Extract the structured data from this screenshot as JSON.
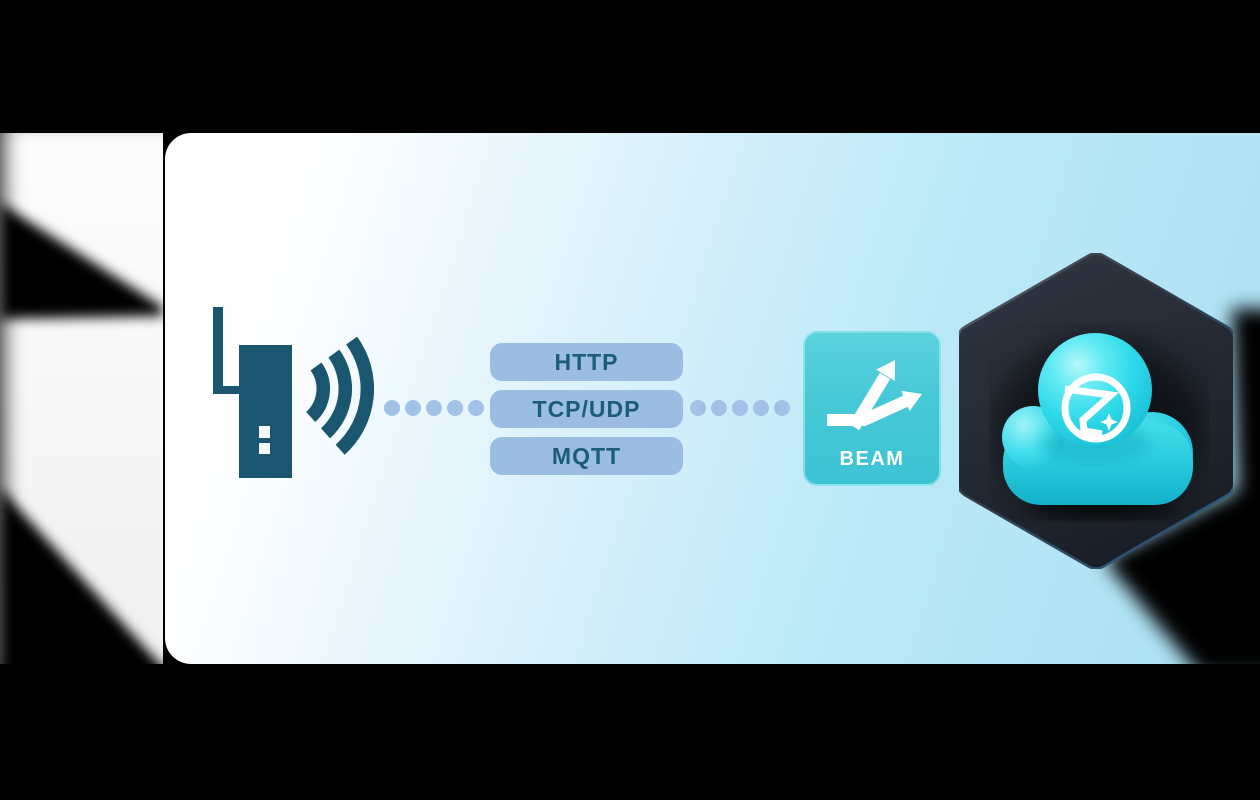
{
  "diagram": {
    "background_color": "#000000",
    "card": {
      "gradient_start": "#ffffff",
      "gradient_end": "#aadff3"
    },
    "device": {
      "icon": "iot-gateway-device-icon",
      "color": "#1a566f",
      "wifi_icon": "wifi-signal-icon"
    },
    "connection": {
      "dot_color": "#a2c3e7",
      "dots_left_count": 5,
      "dots_right_count": 5
    },
    "protocols": {
      "pill_background": "#9abde1",
      "text_color": "#1d5c78",
      "items": [
        {
          "label": "HTTP"
        },
        {
          "label": "TCP/UDP"
        },
        {
          "label": "MQTT"
        }
      ]
    },
    "beam": {
      "label": "BEAM",
      "icon": "branch-arrows-icon",
      "gradient_top": "#5ad2de",
      "gradient_bottom": "#3cc3d4",
      "text_color": "#ffffff"
    },
    "cloud_platform": {
      "icon": "zephyr-cloud-logo",
      "hexagon_color": "#232832",
      "cloud_color": "#2fd9ea",
      "logo_mark": "zephyr-z-star-logo"
    }
  }
}
